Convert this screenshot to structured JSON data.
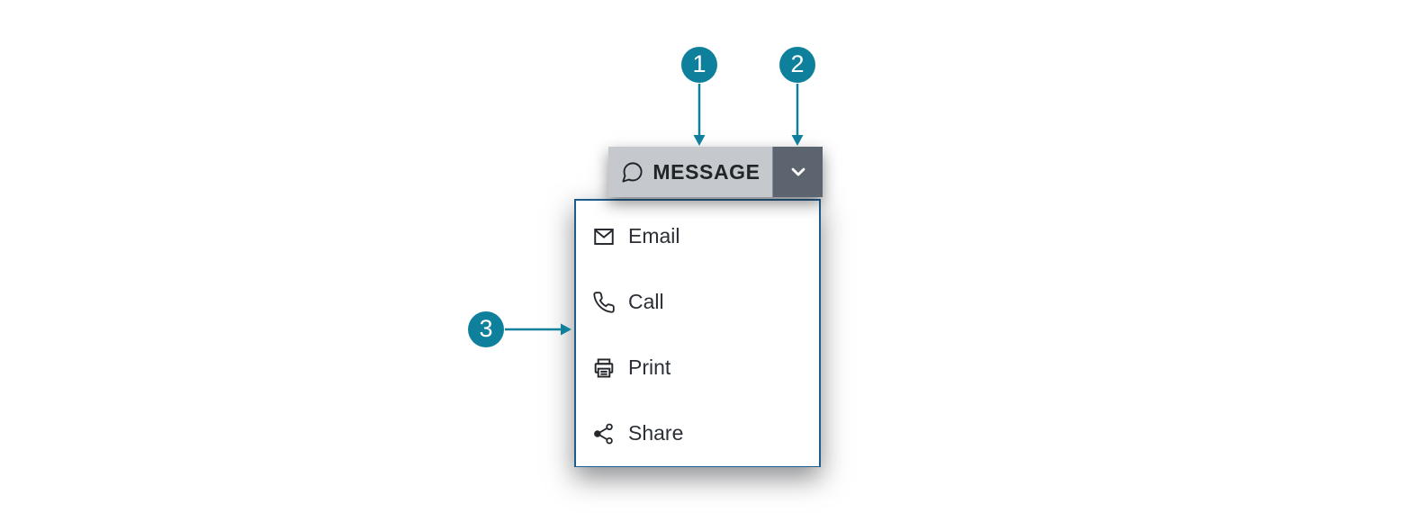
{
  "colors": {
    "accent_teal": "#0f809c",
    "button_bg": "#c5c9cd",
    "button_text": "#222527",
    "toggle_bg": "#5c6470",
    "toggle_icon": "#ffffff",
    "menu_border": "#1e5c8c",
    "menu_bg": "#ffffff",
    "menu_item_text": "#2b3036"
  },
  "split_button": {
    "label": "MESSAGE",
    "icon": "chat-bubble-icon",
    "toggle_icon": "chevron-down-icon"
  },
  "menu": {
    "items": [
      {
        "label": "Email",
        "icon": "email-icon"
      },
      {
        "label": "Call",
        "icon": "call-icon"
      },
      {
        "label": "Print",
        "icon": "print-icon"
      },
      {
        "label": "Share",
        "icon": "share-icon"
      }
    ]
  },
  "callouts": [
    {
      "number": "1"
    },
    {
      "number": "2"
    },
    {
      "number": "3"
    }
  ]
}
